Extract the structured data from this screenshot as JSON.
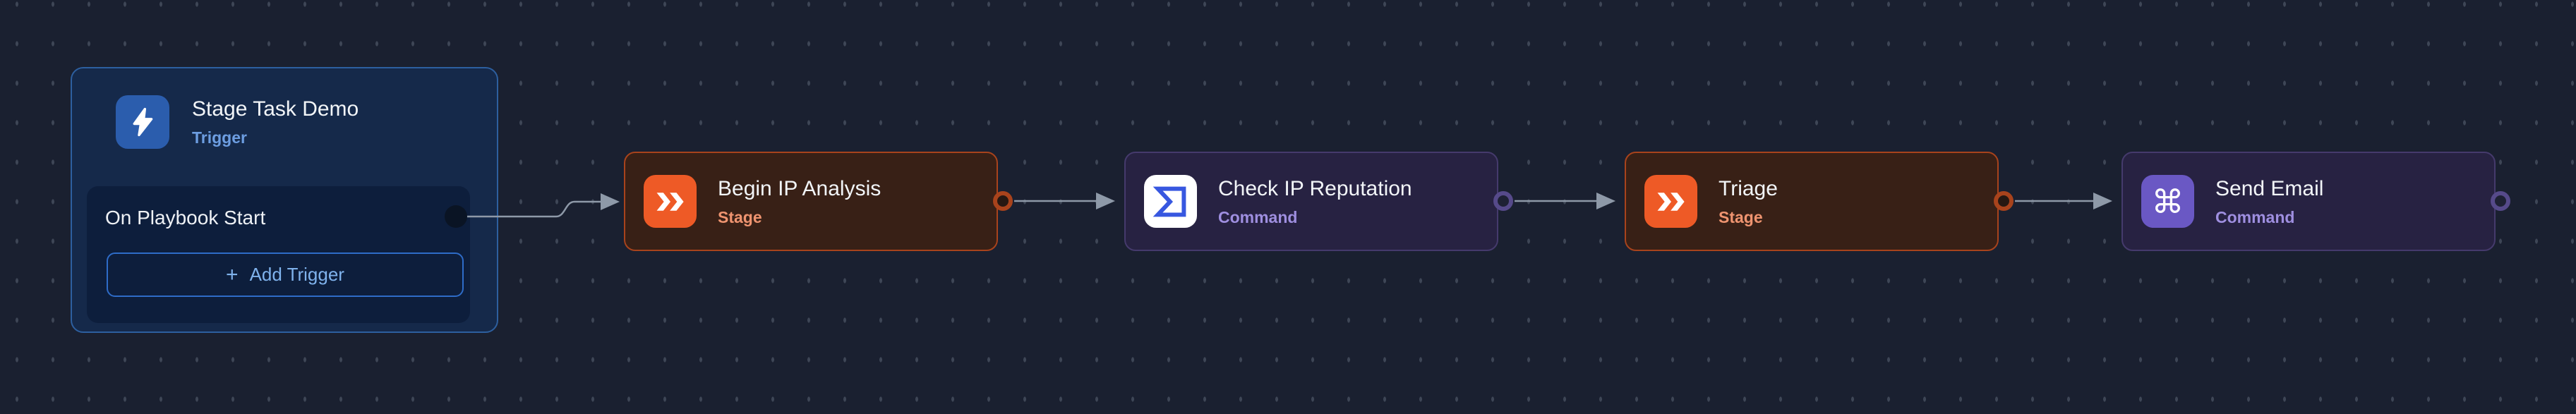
{
  "canvas": {
    "background": "#1a2030",
    "dot_color": "#3e4656"
  },
  "trigger_card": {
    "title": "Stage Task Demo",
    "type_label": "Trigger",
    "icon": "lightning-bolt-icon",
    "accent_color": "#2b5dad",
    "trigger_row": {
      "label": "On Playbook Start"
    },
    "add_trigger_button": {
      "plus": "+",
      "label": "Add Trigger"
    }
  },
  "workflow_nodes": [
    {
      "title": "Begin IP Analysis",
      "type_label": "Stage",
      "kind": "stage",
      "icon": "double-chevron-icon",
      "accent_color": "#ee5a26"
    },
    {
      "title": "Check IP Reputation",
      "type_label": "Command",
      "kind": "command",
      "icon": "sigma-icon",
      "accent_color": "#3757e0"
    },
    {
      "title": "Triage",
      "type_label": "Stage",
      "kind": "stage",
      "icon": "double-chevron-icon",
      "accent_color": "#ee5a26"
    },
    {
      "title": "Send Email",
      "type_label": "Command",
      "kind": "command",
      "icon": "command-key-icon",
      "accent_color": "#6a58c4"
    }
  ],
  "colors": {
    "stage_bg": "#382016",
    "stage_border": "#a8431c",
    "stage_label_text": "#ef9470",
    "command_bg": "#272242",
    "command_border": "#453a6c",
    "command_label_text": "#9f8fe0",
    "connector": "#8e99a8",
    "title_text": "#f2f5f8",
    "trigger_card_bg": "#15294a",
    "trigger_card_border": "#2d5f9f",
    "trigger_label_text": "#6d9ee2",
    "sub_card_bg": "#0d1e3c",
    "add_button_border": "#2e6cc8",
    "add_button_text": "#7fb2ec"
  }
}
